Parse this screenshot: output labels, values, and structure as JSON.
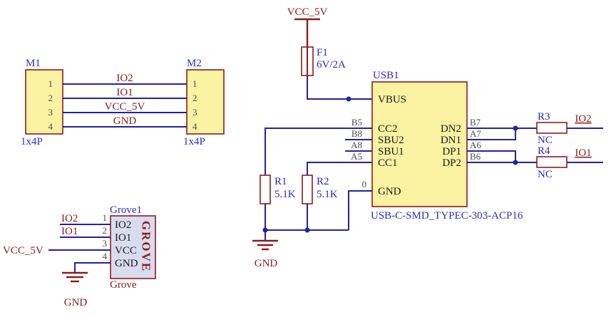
{
  "colors": {
    "wire_blue": "#2222A8",
    "symbol_outline": "#8B1D1D",
    "net_label_red": "#8B1A1A",
    "designator_blue": "#2B2BC0",
    "pin_name_black": "#1A1A1A",
    "pin_number_gray": "#4D4D4D",
    "symbol_fill_yellow": "#FBF2A2",
    "grove_fill_blue": "#D8DCEE",
    "background": "#FFFFFF"
  },
  "power": {
    "vcc_top": "VCC_5V",
    "gnd_main": "GND",
    "gnd_grove": "GND"
  },
  "header_connectors": {
    "m1": {
      "ref": "M1",
      "value": "1x4P",
      "pins": [
        "1",
        "2",
        "3",
        "4"
      ]
    },
    "m2": {
      "ref": "M2",
      "value": "1x4P",
      "pins": [
        "1",
        "2",
        "3",
        "4"
      ]
    },
    "nets": [
      "IO2",
      "IO1",
      "VCC_5V",
      "GND"
    ]
  },
  "fuse": {
    "ref": "F1",
    "value": "6V/2A"
  },
  "usb": {
    "ref": "USB1",
    "value": "USB-C-SMD_TYPEC-303-ACP16",
    "pin_names_left": [
      "VBUS",
      "CC2",
      "SBU2",
      "SBU1",
      "CC1",
      "GND"
    ],
    "pin_nums_left": [
      "B5",
      "B8",
      "A8",
      "A5",
      "0"
    ],
    "pin_names_right": [
      "DN2",
      "DN1",
      "DP1",
      "DP2"
    ],
    "pin_nums_right": [
      "B7",
      "A7",
      "A6",
      "B6"
    ]
  },
  "resistors": {
    "r1": {
      "ref": "R1",
      "value": "5.1K"
    },
    "r2": {
      "ref": "R2",
      "value": "5.1K"
    },
    "r3": {
      "ref": "R3",
      "value": "NC"
    },
    "r4": {
      "ref": "R4",
      "value": "NC"
    }
  },
  "output_nets": {
    "io2": "IO2",
    "io1": "IO1"
  },
  "grove": {
    "ref": "Grove1",
    "value": "Grove",
    "brand": "GROVE",
    "pin_names": [
      "IO2",
      "IO1",
      "VCC",
      "GND"
    ],
    "pin_nums": [
      "1",
      "2",
      "3",
      "4"
    ],
    "nets": {
      "io2": "IO2",
      "io1": "IO1",
      "vcc": "VCC_5V"
    }
  }
}
